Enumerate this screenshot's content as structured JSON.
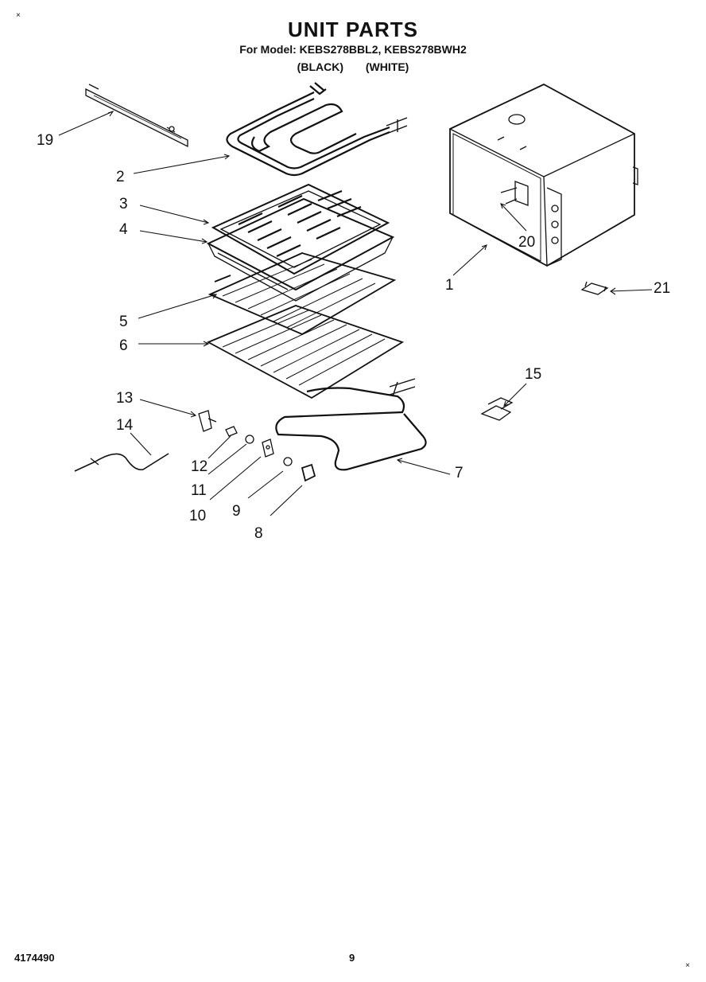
{
  "header": {
    "title": "UNIT PARTS",
    "model_line": "For Model: KEBS278BBL2, KEBS278BWH2",
    "variant_black": "(BLACK)",
    "variant_white": "(WHITE)"
  },
  "corner_marks": {
    "top_left": "×",
    "bottom_right": "×"
  },
  "callouts": [
    "1",
    "2",
    "3",
    "4",
    "5",
    "6",
    "7",
    "8",
    "9",
    "10",
    "11",
    "12",
    "13",
    "14",
    "15",
    "19",
    "20",
    "21"
  ],
  "footer": {
    "doc_number": "4174490",
    "page_number": "9"
  }
}
